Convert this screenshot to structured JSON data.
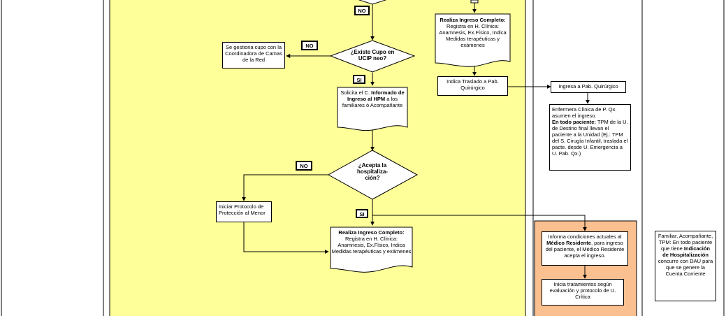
{
  "labels": {
    "no_top": "NO",
    "no_cupo": "NO",
    "si_cupo": "SI",
    "no_acepta": "NO",
    "si_acepta": "SI"
  },
  "nodes": {
    "gestiona_cupo": "Se gestiona cupo con la Coordinadora de Camas de la Red",
    "existe_cupo": "¿Existe Cupo en UCIP neo?",
    "solicita_ci_pre": "Solicita el C. ",
    "solicita_ci_bold": "Informado de Ingreso al HPM",
    "solicita_ci_post": " a los familiares ó Acompañante",
    "acepta_hosp": "¿Acepta la hospitaliza-ción?",
    "protocolo_menor": "Iniciar Protocolo de Protección al Menor",
    "ingreso_completo_bold": "Realiza Ingreso Completo:",
    "ingreso_completo_body": "Registra en H. Clínica: Anamnesis, Ex.Físico, Indica Medidas terapéuticas y exámenes",
    "ingreso_completo_top_bold": "Realiza Ingreso Completo:",
    "ingreso_completo_top_body": "Registra en H. Clínica: Anamnesis, Ex.Físico, Indica Medidas terapéuticas y exámenes",
    "indica_traslado": "Indica Traslado a Pab. Quirúrgico",
    "ingresa_pab": "Ingresa a Pab. Quirúrgico",
    "enfermera_1": "Enfermera Clínica de P. Qx. asumen el ingreso.",
    "enfermera_bold": "En todo paciente:",
    "enfermera_2": " TPM de la U. de Destino final llevan el paciente a la Unidad (Ej.: TPM del S. Cirugía Infantil, traslada el pacte. desde U. Emergencia a U. Pab. Qx.)",
    "informa_pre": "Informa condiciones actuales al ",
    "informa_bold": "Médico Residente",
    "informa_post": ", para ingreso del paciente, el Médico Residente acepta el ingreso.",
    "inicia_trat": "Inicia tratamientos según evaluación y protocolo de U. Crítica",
    "familiar_pre": "Familiar, Acompañante, TPM: En todo paciente que tiene ",
    "familiar_bold": "Indicación de Hospitalización",
    "familiar_post": " concurre con DAU para que se genere la Cuenta Corriente"
  },
  "colors": {
    "lane_yellow": "#ffff99",
    "lane_peach": "#fac090",
    "border": "#000000"
  }
}
